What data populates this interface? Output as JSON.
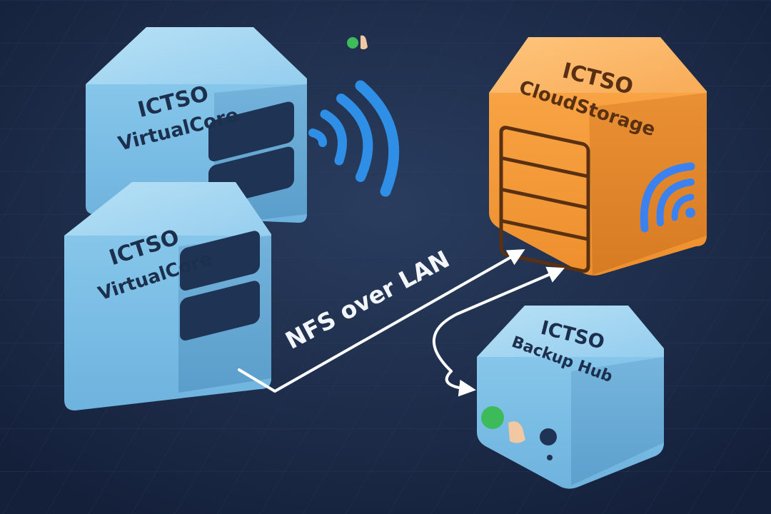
{
  "nodes": {
    "vc1": {
      "line1": "ICTSO",
      "line2": "VirtualCore"
    },
    "vc2": {
      "line1": "ICTSO",
      "line2": "VirtualCore"
    },
    "cloud": {
      "line1": "ICTSO",
      "line2": "CloudStorage"
    },
    "backup": {
      "line1": "ICTSO",
      "line2": "Backup Hub"
    }
  },
  "edges": {
    "nfs_label": "NFS over LAN"
  },
  "icons": [
    "wifi-icon",
    "leaf-badge-icon",
    "tap-hand-icon",
    "power-button-icon",
    "drive-bay-icon"
  ],
  "colors": {
    "background": "#1c2b46",
    "server_blue": "#7cc2e8",
    "storage_orange": "#f39a3b",
    "wifi_blue": "#2f8fe6",
    "arrow_white": "#ffffff"
  }
}
